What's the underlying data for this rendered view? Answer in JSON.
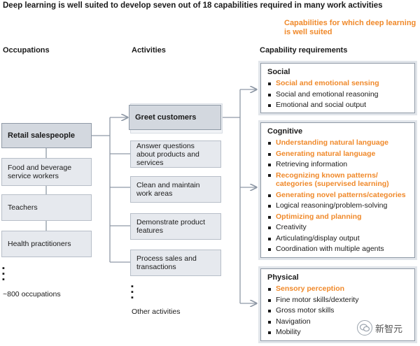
{
  "title": "Deep learning is well suited to develop seven out of 18 capabilities required in many work activities",
  "legend": "Capabilities for which deep learning is well suited",
  "headers": {
    "occupations": "Occupations",
    "activities": "Activities",
    "capabilities": "Capability requirements"
  },
  "occupations": [
    {
      "label": "Retail salespeople",
      "selected": true
    },
    {
      "label": "Food and beverage service workers",
      "selected": false
    },
    {
      "label": "Teachers",
      "selected": false
    },
    {
      "label": "Health practitioners",
      "selected": false
    }
  ],
  "occupations_more": "~800 occupations",
  "activities": [
    {
      "label": "Greet customers",
      "selected": true
    },
    {
      "label": "Answer questions about products and services",
      "selected": false
    },
    {
      "label": "Clean and maintain work areas",
      "selected": false
    },
    {
      "label": "Demonstrate product features",
      "selected": false
    },
    {
      "label": "Process sales and transactions",
      "selected": false
    }
  ],
  "activities_more": "Other activities",
  "capability_groups": [
    {
      "name": "Social",
      "items": [
        {
          "label": "Social and emotional sensing",
          "highlight": true
        },
        {
          "label": "Social and emotional reasoning",
          "highlight": false
        },
        {
          "label": "Emotional and social output",
          "highlight": false
        }
      ]
    },
    {
      "name": "Cognitive",
      "items": [
        {
          "label": "Understanding natural language",
          "highlight": true
        },
        {
          "label": "Generating natural language",
          "highlight": true
        },
        {
          "label": "Retrieving information",
          "highlight": false
        },
        {
          "label": "Recognizing known patterns/ categories (supervised learning)",
          "highlight": true
        },
        {
          "label": "Generating novel patterns/categories",
          "highlight": true
        },
        {
          "label": "Logical reasoning/problem-solving",
          "highlight": false
        },
        {
          "label": "Optimizing and planning",
          "highlight": true
        },
        {
          "label": "Creativity",
          "highlight": false
        },
        {
          "label": "Articulating/display output",
          "highlight": false
        },
        {
          "label": "Coordination with multiple agents",
          "highlight": false
        }
      ]
    },
    {
      "name": "Physical",
      "items": [
        {
          "label": "Sensory perception",
          "highlight": true
        },
        {
          "label": "Fine motor skills/dexterity",
          "highlight": false
        },
        {
          "label": "Gross motor skills",
          "highlight": false
        },
        {
          "label": "Navigation",
          "highlight": false
        },
        {
          "label": "Mobility",
          "highlight": false
        }
      ]
    }
  ],
  "watermark": "新智元",
  "colors": {
    "highlight": "#f0892a",
    "box_fill": "#e6e9ee",
    "box_selected": "#d3d8df",
    "line": "#8f99a6"
  }
}
